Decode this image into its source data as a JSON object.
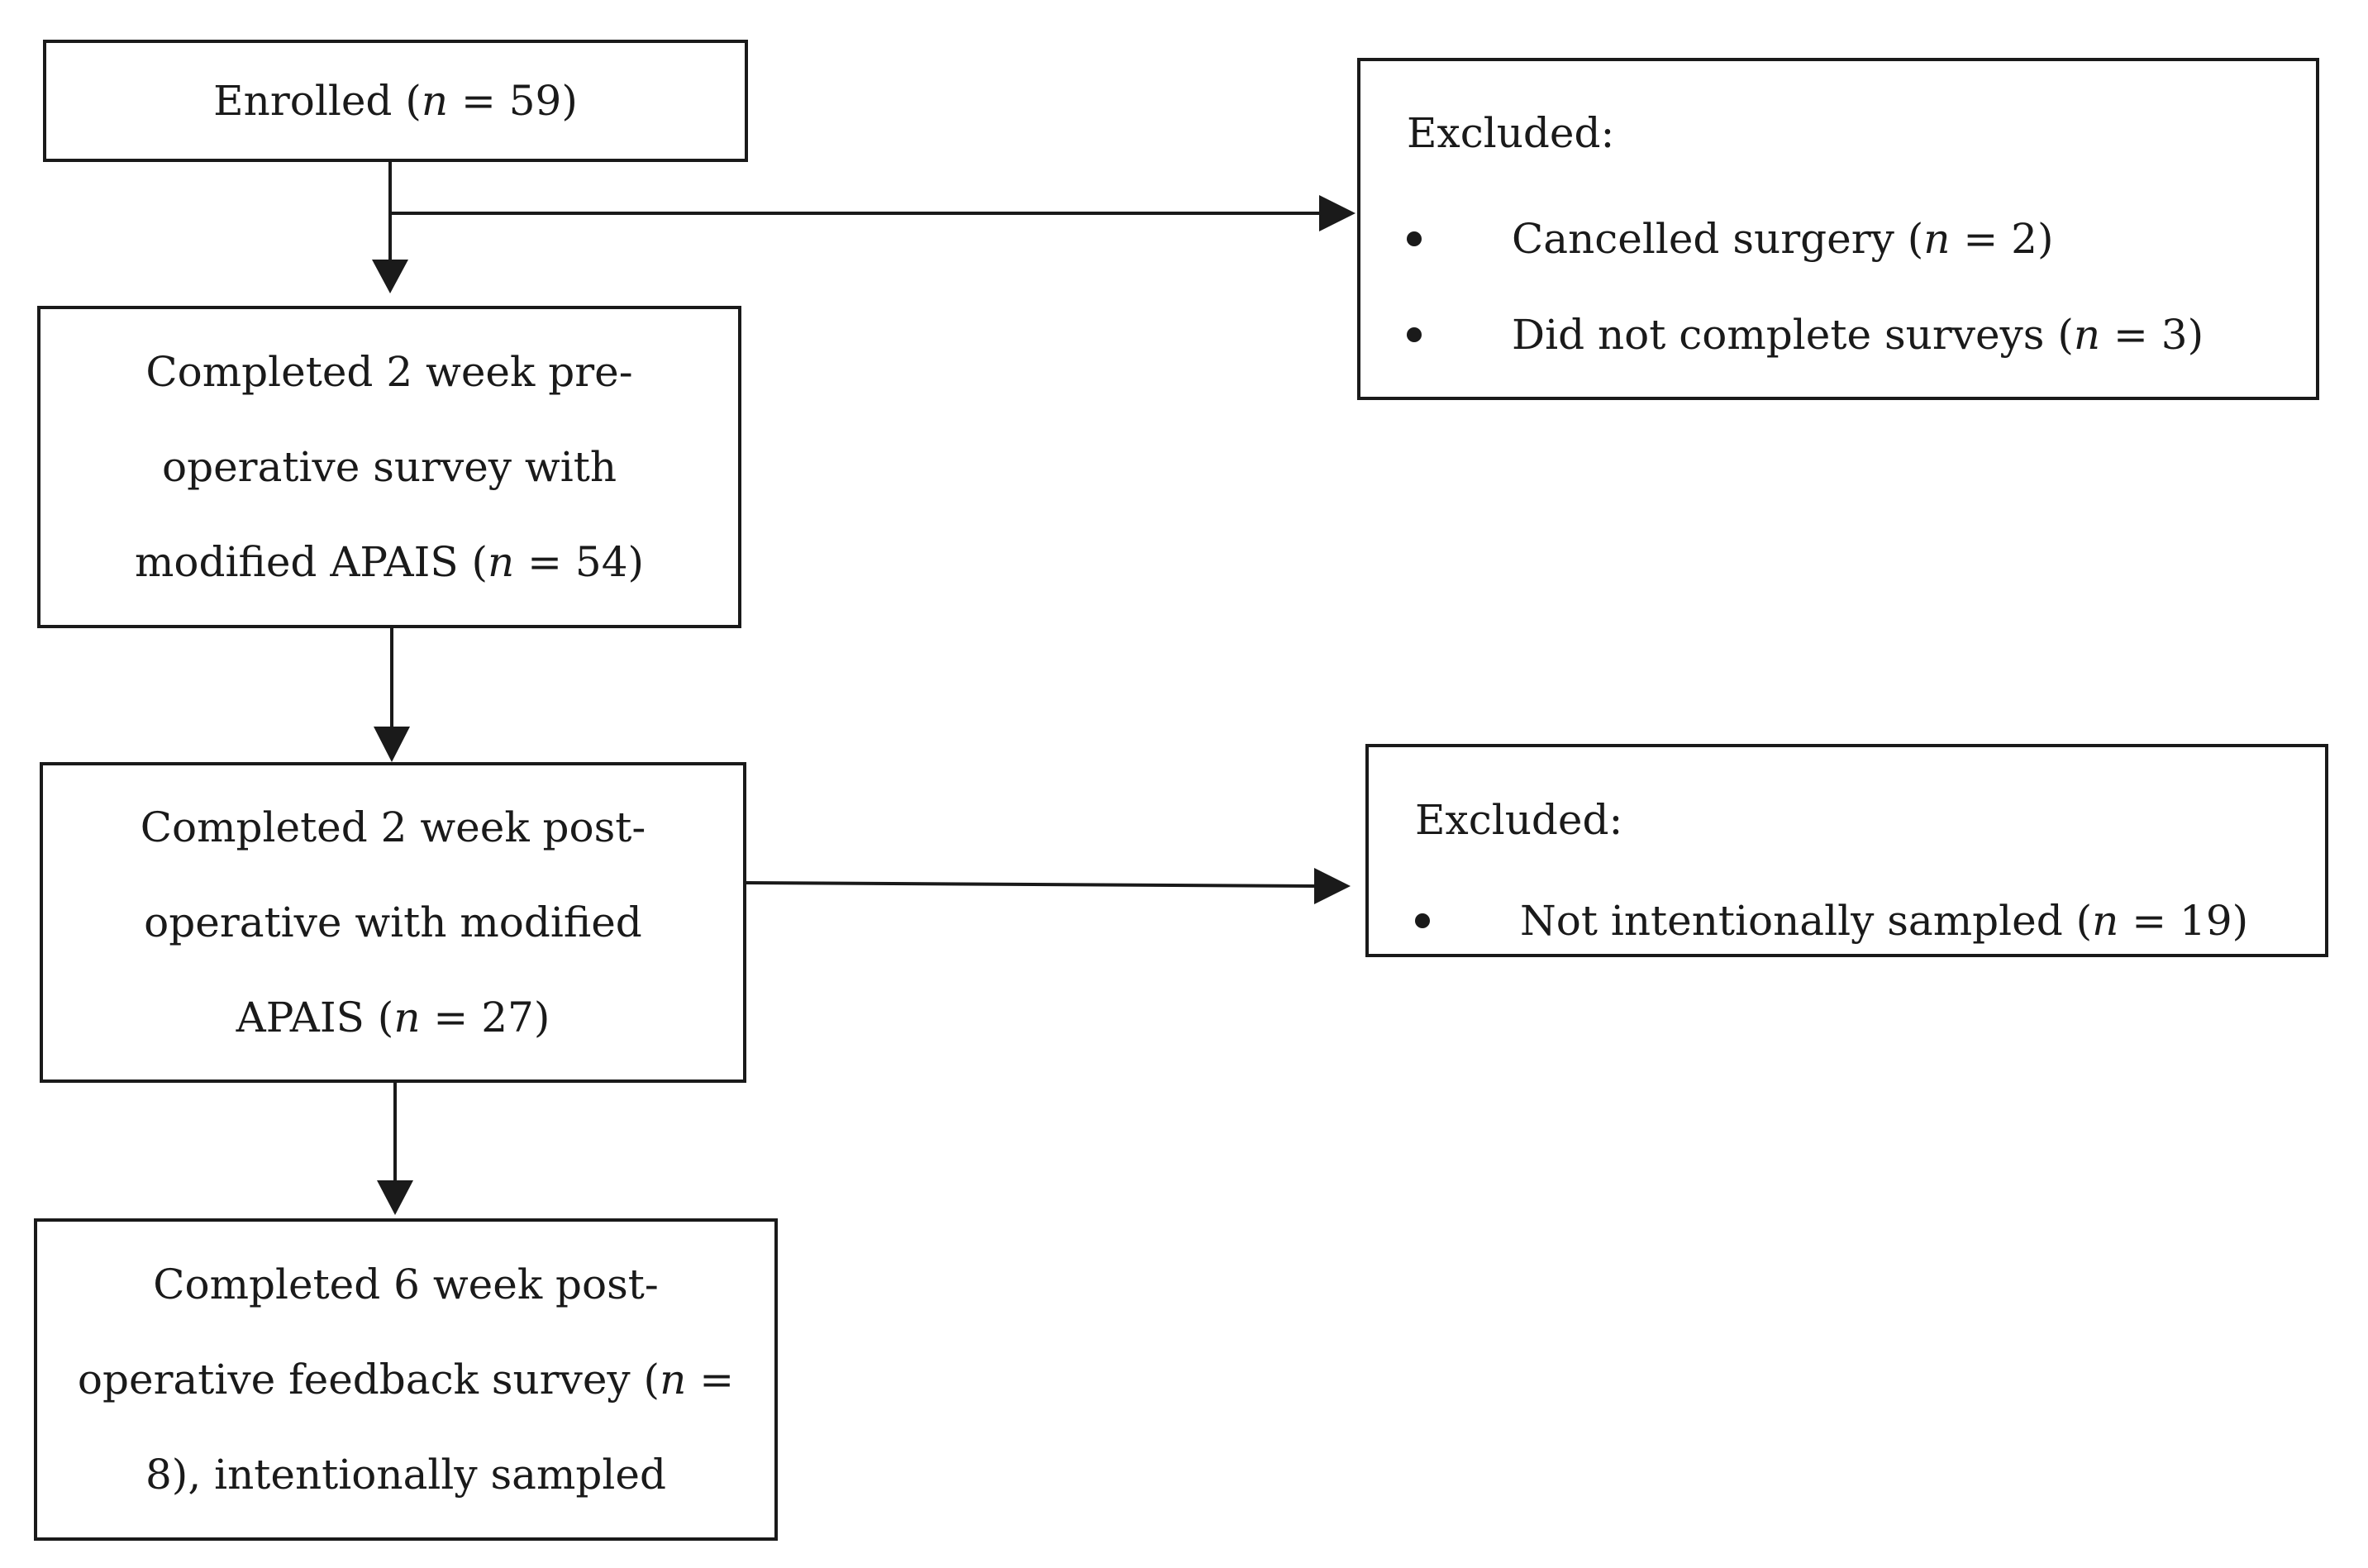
{
  "nodes": {
    "enrolled": {
      "label": "Enrolled",
      "n_label": "n",
      "n_value": "= 59)"
    },
    "pre_op": {
      "line1": "Completed 2 week pre-",
      "line2": "operative survey with",
      "line3_prefix": "modified APAIS (",
      "n_label": "n",
      "n_value": "= 54)"
    },
    "post_op": {
      "line1": "Completed 2 week post-",
      "line2": "operative with modified",
      "line3_prefix": "APAIS (",
      "n_label": "n",
      "n_value": "= 27)"
    },
    "feedback": {
      "line1": "Completed 6 week post-",
      "line2_prefix": "operative feedback survey (",
      "n_label": "n",
      "line2_suffix": "=",
      "line3": "8), intentionally sampled"
    }
  },
  "exclusions": [
    {
      "title": "Excluded:",
      "items": [
        {
          "text": "Cancelled surgery (",
          "n_label": "n",
          "n_value": "= 2)"
        },
        {
          "text": "Did not complete surveys (",
          "n_label": "n",
          "n_value": "= 3)"
        }
      ]
    },
    {
      "title": "Excluded:",
      "items": [
        {
          "text": "Not intentionally sampled (",
          "n_label": "n",
          "n_value": "= 19)"
        }
      ]
    }
  ]
}
